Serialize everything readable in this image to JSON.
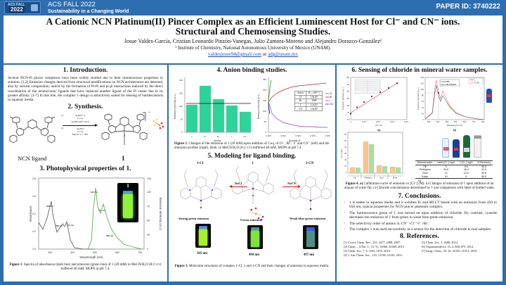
{
  "topbar": {
    "logo_top": "ACS FALL",
    "logo_year": "2022",
    "conference": "ACS FALL 2022",
    "theme": "Sustainability in a Changing World",
    "paper_id": "PAPER ID: 3740222"
  },
  "header": {
    "title_line1": "A Cationic NCN Platinum(II) Pincer Complex as an Efficient Luminescent Host for Cl⁻ and CN⁻ ions.",
    "title_line2": "Structural and Chemosensing Studies.",
    "authors": "Josue Valdes-García, Cristian Leonardo Pinzón-Vanegas, Julio Zamora-Moreno and Alejandro Dorazco-González¹",
    "affiliation": "¹ Institute of Chemistry, National Autonomous University of Mexico (UNAM).",
    "email1": "valdesjosue94@gmail.com",
    "email_sep": " or ",
    "email2": "adg@unam.mx"
  },
  "sections": {
    "intro": {
      "heading": "1. Introduction.",
      "text": "Several NCN-Pt pincer complexes have been widely studied due to their luminescence properties in solution. [1,2] Emission changes derived from structural modifications on NCN architectures are detected, also by solvent composition, and/or by the formation of Pt-Pt and pi-pi interactions induced by the direct coordination of the neutral/ionic ligands that have replaced another ligand of the Pt center due to its greater affinity. [1-7] In that line, the complex 1 design is attractively suited for sensing of halides/anions in aqueous media."
    },
    "synthesis": {
      "heading": "2. Synthesis.",
      "step1_num": "1)",
      "step1_lines": [
        "K₂[PtCl₄]",
        "1.1 eq.",
        "AcOH/120°C/18 h"
      ],
      "step2_num": "2)",
      "step2_lines": [
        "AgTfO",
        "1.1 eq.",
        "MeCN/ r.t./ 18 h"
      ],
      "ligand_label": "NCN ligand",
      "product_label": "1",
      "charge": "+"
    },
    "photophysical": {
      "heading": "3. Photophysical properties of 1.",
      "vial_label": "1",
      "caption_bold": "Figure 1",
      "caption": ". Spectra of absorbance (dark line) and emission (green line) of 1 (20 mM) in MeCN/H₂O (8:2 v/v) buffered 40 mM, MOPS at pH 7.4."
    },
    "anion": {
      "heading": "4. Anion binding studies.",
      "caption_bold": "Figure 2",
      "caption": ". Changes of the emission of 1 (20 mM) upon addition of 2 eq. of Cl⁻, Br⁻, I⁻ and CN⁻ (left) and the emission profiles (right). Both, in MeCN/H₂O (8:2 v/v) buffered 40 mM, MOPS at pH 7.4.",
      "table_headers": [
        "Anion",
        "Kₐₛₛ (M⁻¹)"
      ],
      "table_rows": [
        [
          "Cl",
          "1.9x10⁴"
        ],
        [
          "Br",
          "1000"
        ],
        [
          "I",
          "2.2x10³"
        ],
        [
          "CN",
          "1.4x10⁴"
        ]
      ]
    },
    "modeling": {
      "heading": "5. Modeling for ligand binding.",
      "labels": [
        "1-Cl",
        "1",
        "1-CN"
      ],
      "reagent_left": "NaCl",
      "reagent_right": "NaCN",
      "emissions": [
        "Strong green emission",
        "Green emission",
        "Weak blue-green emission"
      ],
      "wavelengths": [
        "505 nm",
        "494 nm",
        "497 nm"
      ],
      "caption_bold": "Figure 3",
      "caption": ". Molecular structures of complex 1-Cl, 1 and 1-CN and their changes of emission in aqueous media."
    },
    "sensing": {
      "heading": "6. Sensing of chloride in mineral water samples.",
      "panel_a": "a)",
      "panel_b": "b)",
      "panel_c": "c)",
      "inset_lines": [
        "λ (nm)      505",
        "I (a.u.)  88.2260202"
      ],
      "table_headers": [
        "Mineral water",
        "Label [Cl⁻] mg/L",
        "1 [Cl⁻] mg/L",
        "% Recovery"
      ],
      "table_rows": [
        [
          "Fiji",
          "9",
          "8.6",
          "95.5"
        ],
        [
          "Pellegrino",
          "49.6",
          "45.4",
          "91.5"
        ],
        [
          "Voss",
          "12",
          "10.9",
          "90.8"
        ],
        [
          "Evian",
          "10",
          "9",
          "90.0"
        ]
      ],
      "caption_bold": "Figure 4. a)",
      "caption": " Calibration curve of emission vs [Cl⁻] (M). b) Changes of emission of 1 upon addition of an aliquot of water fiji. c) Chloride concentration determined by 1 and comparison with label of bottled water."
    },
    "conclusions": {
      "heading": "7. Conclusions.",
      "items": [
        "1 is stable in aqueous media and it exhibits IL and MLCT bands with an emission from 450 to 650 nm, typical properties for NCN pincer platinum complex.",
        "The luminescence green of 1 was turned on upon addition of chloride. By contrast, cyanide decreases the emission of 1 from green to weak blue-green emission.",
        "The selectivity order of anions is: CN⁻>Cl⁻>I⁻>Br⁻.",
        "The complex 1 was used successfully as a sensor for the detection of chloride in real samples."
      ]
    },
    "references": {
      "heading": "8. References.",
      "items": [
        "[1]  Coord. Chem. Rev., 251, 2477–2488, 2007.",
        "[5]  Chem. Sci., 5, 2688, 2014.",
        "[2]  Chem. – A Eur. J., 19, 31, 10360–10369, 2013.",
        "[6]  Organometallics, 33, 4, 868–875, 2014.",
        "[3]  Chem. Sci., 7, 3, 1653–1673, 2016.",
        "[7]  Inorg. Chem., 55, 20, 10143–10151, 2016.",
        "[4]  J. Am. Chem. Soc., 133, 12136–12143, 2011.",
        ""
      ]
    }
  },
  "chart_data": [
    {
      "id": "fig1",
      "type": "line",
      "title": "",
      "xlabel": "Wavelength (nm)",
      "ylabel": "Absorbance",
      "ylabel_right": "Emission Intensity (a.u.)",
      "xlim": [
        250,
        720
      ],
      "ylim": [
        0,
        0.8
      ],
      "ylim_right": [
        0,
        125
      ],
      "x_ticks": [
        "300",
        "400",
        "500",
        "600",
        "700"
      ],
      "y_ticks": [
        "0.0",
        "0.2",
        "0.4",
        "0.6",
        "0.8"
      ],
      "y_ticks_right": [
        "0",
        "25",
        "50",
        "75",
        "100",
        "125"
      ],
      "series": [
        {
          "name": "Absorbance",
          "color": "#555555",
          "x": [
            250,
            270,
            290,
            300,
            305,
            315,
            330,
            345,
            358,
            365,
            375,
            390,
            410,
            450,
            500
          ],
          "y": [
            0.3,
            0.22,
            0.35,
            0.48,
            0.54,
            0.4,
            0.19,
            0.24,
            0.29,
            0.25,
            0.31,
            0.1,
            0.01,
            0.0,
            0.0
          ]
        },
        {
          "name": "Emission",
          "color": "#55b455",
          "x": [
            460,
            475,
            485,
            494,
            505,
            515,
            531,
            545,
            560,
            569,
            590,
            620,
            660,
            700
          ],
          "y": [
            0,
            15,
            70,
            108,
            75,
            63,
            80,
            58,
            40,
            32,
            20,
            9,
            3,
            0
          ]
        }
      ],
      "annotations": [
        "308 nm",
        "358 nm",
        "375 nm",
        "494 nm",
        "531 nm",
        "569 nm"
      ]
    },
    {
      "id": "fig2-left",
      "type": "bar",
      "title": "",
      "xlabel": "Anions",
      "ylabel": "Emission Intensity (a.u.)",
      "categories": [
        "1",
        "Cl⁻",
        "Br⁻",
        "I⁻",
        "CN⁻"
      ],
      "values": [
        106,
        180,
        128,
        103,
        78
      ],
      "reference_line": 110,
      "ylim": [
        0,
        220
      ],
      "y_ticks": [
        "0",
        "50",
        "100",
        "150",
        "200"
      ],
      "color": "#2ecc8f"
    },
    {
      "id": "fig2-right",
      "type": "line",
      "title": "",
      "xlabel": "[Anions] M",
      "ylabel": "Emission Intensity (a.u.)",
      "xlim": [
        0,
        0.0085
      ],
      "ylim": [
        0,
        260
      ],
      "x_ticks": [
        "0.000",
        "0.002",
        "0.004",
        "0.006",
        "0.008"
      ],
      "y_ticks": [
        "0",
        "50",
        "100",
        "150",
        "200",
        "250"
      ],
      "series": [
        {
          "name": "Cl⁻",
          "color": "#22aa22",
          "x": [
            0,
            0.0001,
            0.0002,
            0.0003,
            0.0004
          ],
          "y": [
            142,
            180,
            210,
            232,
            245
          ]
        },
        {
          "name": "Br⁻",
          "color": "#b22222",
          "x": [
            0,
            0.0005,
            0.001,
            0.002,
            0.003,
            0.004,
            0.005,
            0.006,
            0.007,
            0.0078
          ],
          "y": [
            142,
            165,
            180,
            198,
            210,
            217,
            222,
            226,
            229,
            231
          ]
        },
        {
          "name": "I⁻",
          "color": "#9b30c0",
          "x": [
            0,
            0.0005,
            0.001,
            0.002,
            0.003,
            0.004,
            0.005,
            0.006,
            0.007,
            0.008
          ],
          "y": [
            142,
            90,
            65,
            45,
            36,
            31,
            28,
            26,
            25,
            24
          ]
        },
        {
          "name": "CN⁻",
          "color": "#2a2ab0",
          "x": [
            0,
            5e-05,
            0.0001,
            0.00015,
            0.0002
          ],
          "y": [
            142,
            120,
            105,
            95,
            88
          ]
        }
      ]
    },
    {
      "id": "fig4a",
      "type": "scatter",
      "title": "",
      "xlabel": "[Cl⁻] M",
      "ylabel": "Emission Intensity (a.u.)",
      "xlim": [
        0,
        4e-05
      ],
      "ylim": [
        70,
        100
      ],
      "x_ticks": [
        "0",
        "1x10⁻⁵",
        "2x10⁻⁵",
        "3x10⁻⁵",
        "4x10⁻⁵"
      ],
      "y_ticks": [
        "70",
        "75",
        "80",
        "85",
        "90",
        "95",
        "100"
      ],
      "x": [
        0,
        4.5e-06,
        9.5e-06,
        1.5e-05,
        2.1e-05,
        2.7e-05,
        3.3e-05
      ],
      "y": [
        74.2,
        78.8,
        82.5,
        86.5,
        89.5,
        92.5,
        95.8
      ],
      "fit_line": {
        "color": "#e05555",
        "x": [
          0,
          3.4e-05
        ],
        "y": [
          74.8,
          96.5
        ]
      }
    },
    {
      "id": "fig4b",
      "type": "line",
      "title": "",
      "xlabel": "Wavelength (nm)",
      "ylabel": "Emission Intensity (a.u.)",
      "xlim": [
        430,
        760
      ],
      "ylim": [
        0,
        140
      ],
      "x_ticks": [
        "450",
        "500",
        "550",
        "600",
        "650",
        "700",
        "750"
      ],
      "y_ticks": [
        "0",
        "20",
        "40",
        "60",
        "80",
        "100",
        "120",
        "140"
      ],
      "series": [
        {
          "name": "1",
          "color": "#555555",
          "x": [
            430,
            470,
            485,
            494,
            505,
            515,
            528,
            545,
            565,
            600,
            650,
            720,
            760
          ],
          "y": [
            2,
            20,
            90,
            115,
            80,
            60,
            82,
            62,
            42,
            20,
            8,
            2,
            0
          ]
        },
        {
          "name": "1 + fiji",
          "color": "#e88888",
          "x": [
            430,
            470,
            485,
            494,
            505,
            515,
            528,
            545,
            565,
            600,
            650,
            720,
            760
          ],
          "y": [
            2,
            24,
            105,
            130,
            92,
            70,
            96,
            70,
            48,
            22,
            9,
            2,
            0
          ]
        }
      ],
      "marker": {
        "x": 505,
        "y": 88.2260202
      }
    },
    {
      "id": "fig4c",
      "type": "bar",
      "title": "",
      "xlabel": "",
      "ylabel": "[Cl⁻] mg/L",
      "categories": [
        "Fiji",
        "Pellegrino",
        "Voss",
        "Evian"
      ],
      "ylim": [
        0,
        60
      ],
      "y_ticks": [
        "0",
        "10",
        "20",
        "30",
        "40",
        "50",
        "60"
      ],
      "series": [
        {
          "name": "label",
          "color": "#fbc38c",
          "values": [
            9,
            49.6,
            12,
            10
          ]
        },
        {
          "name": "1",
          "color": "#a8e0a0",
          "values": [
            8.6,
            45.4,
            10.9,
            9
          ]
        }
      ]
    }
  ]
}
